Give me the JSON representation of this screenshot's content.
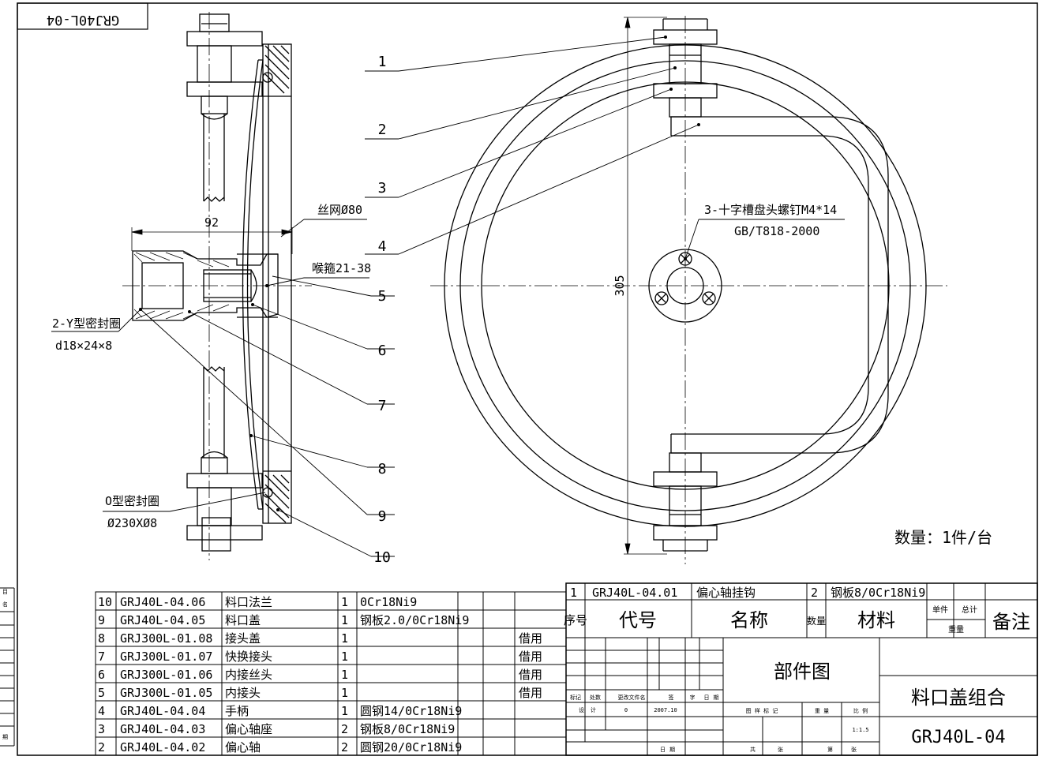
{
  "sheet": {
    "code_rotated": "GRJ40L-04",
    "quantity_note": "数量：1件/台"
  },
  "callouts": [
    "1",
    "2",
    "3",
    "4",
    "5",
    "6",
    "7",
    "8",
    "9",
    "10"
  ],
  "annotations": {
    "dim_92": "92",
    "dim_305": "305",
    "mesh": "丝网Ø80",
    "clamp": "喉箍21-38",
    "seal_y": "2-Y型密封圈",
    "seal_y_size": "d18×24×8",
    "oring": "O型密封圈",
    "oring_size": "Ø230XØ8",
    "screw": "3-十字槽盘头螺钉M4*14",
    "screw_std": "GB/T818-2000"
  },
  "bom_left": [
    {
      "no": "10",
      "code": "GRJ40L-04.06",
      "name": "料口法兰",
      "qty": "1",
      "material": "0Cr18Ni9",
      "note": ""
    },
    {
      "no": "9",
      "code": "GRJ40L-04.05",
      "name": "料口盖",
      "qty": "1",
      "material": "钢板2.0/0Cr18Ni9",
      "note": ""
    },
    {
      "no": "8",
      "code": "GRJ300L-01.08",
      "name": "接头盖",
      "qty": "1",
      "material": "",
      "note": "借用"
    },
    {
      "no": "7",
      "code": "GRJ300L-01.07",
      "name": "快换接头",
      "qty": "1",
      "material": "",
      "note": "借用"
    },
    {
      "no": "6",
      "code": "GRJ300L-01.06",
      "name": "内接丝头",
      "qty": "1",
      "material": "",
      "note": "借用"
    },
    {
      "no": "5",
      "code": "GRJ300L-01.05",
      "name": "内接头",
      "qty": "1",
      "material": "",
      "note": "借用"
    },
    {
      "no": "4",
      "code": "GRJ40L-04.04",
      "name": "手柄",
      "qty": "1",
      "material": "圆钢14/0Cr18Ni9",
      "note": ""
    },
    {
      "no": "3",
      "code": "GRJ40L-04.03",
      "name": "偏心轴座",
      "qty": "2",
      "material": "钢板8/0Cr18Ni9",
      "note": ""
    },
    {
      "no": "2",
      "code": "GRJ40L-04.02",
      "name": "偏心轴",
      "qty": "2",
      "material": "圆钢20/0Cr18Ni9",
      "note": ""
    }
  ],
  "bom_right_row": {
    "no": "1",
    "code": "GRJ40L-04.01",
    "name": "偏心轴挂钩",
    "qty": "2",
    "material": "钢板8/0Cr18Ni9"
  },
  "bom_header": {
    "no": "序号",
    "code": "代号",
    "name": "名称",
    "qty": "数量",
    "material": "材料",
    "unit": "单件",
    "total": "总计",
    "weight": "重量",
    "note": "备注"
  },
  "title_block": {
    "type": "部件图",
    "part_name": "料口盖组合",
    "drawing_no": "GRJ40L-04",
    "rev_cols": [
      "标记",
      "处数",
      "更改文件名",
      "签",
      "字",
      "日",
      "期"
    ],
    "design": "设",
    "design2": "计",
    "design_val": "0",
    "design_date": "2007.10",
    "date_label": "日",
    "date_label2": "期",
    "chart_marks": "图 样 标 记",
    "weight": "重 量",
    "scale": "比 例",
    "scale_val": "1:1.5",
    "sheets": "共",
    "sheets_unit": "张",
    "sheet_no": "第",
    "sheet_no_unit": "张"
  },
  "margin_left": [
    "目",
    "名",
    "期"
  ]
}
